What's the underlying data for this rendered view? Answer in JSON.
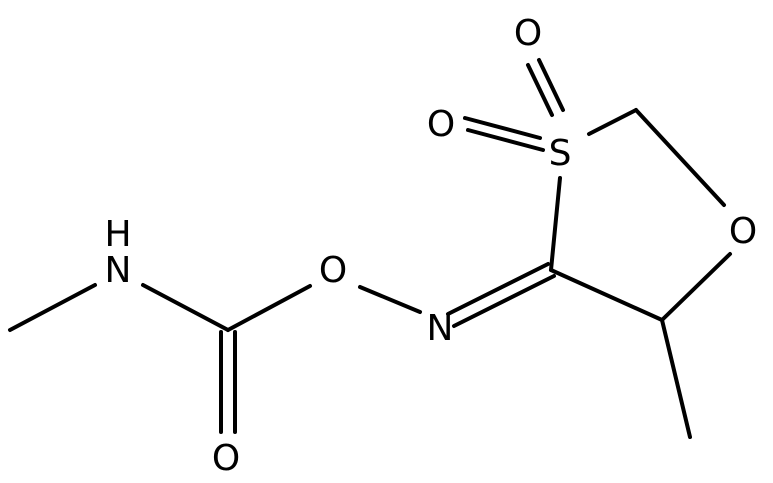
{
  "molecule": {
    "atoms": {
      "s1": "S",
      "o_top": "O",
      "o_left": "O",
      "o_ring": "O",
      "n_oxime": "N",
      "o_ester": "O",
      "n_amide": "N",
      "h_amide": "H",
      "o_carbonyl": "O"
    }
  }
}
